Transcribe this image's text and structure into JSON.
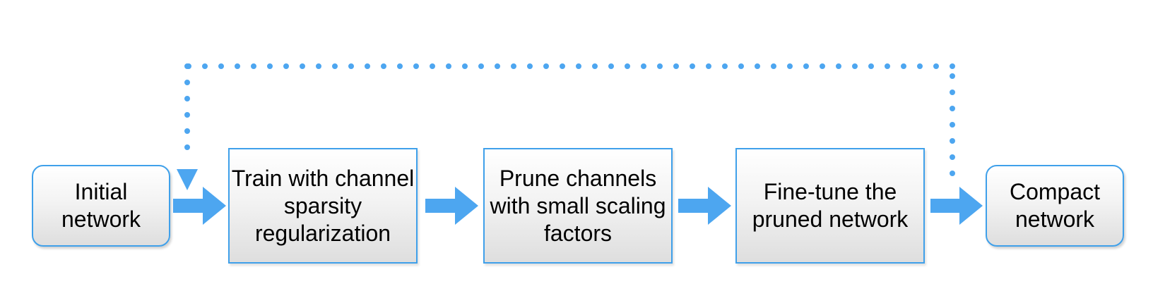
{
  "diagram": {
    "accent_color": "#4da6f0",
    "border_color": "#3fa0ea",
    "nodes": {
      "initial": "Initial network",
      "train": "Train with channel sparsity regularization",
      "prune": "Prune channels with small scaling factors",
      "finetune": "Fine-tune the pruned network",
      "compact": "Compact network"
    },
    "edges": [
      {
        "from": "initial",
        "to": "train",
        "style": "solid-block-arrow"
      },
      {
        "from": "train",
        "to": "prune",
        "style": "solid-block-arrow"
      },
      {
        "from": "prune",
        "to": "finetune",
        "style": "solid-block-arrow"
      },
      {
        "from": "finetune",
        "to": "compact",
        "style": "solid-block-arrow"
      },
      {
        "from": "finetune",
        "to": "train",
        "style": "dotted-loop-arrow"
      }
    ]
  }
}
